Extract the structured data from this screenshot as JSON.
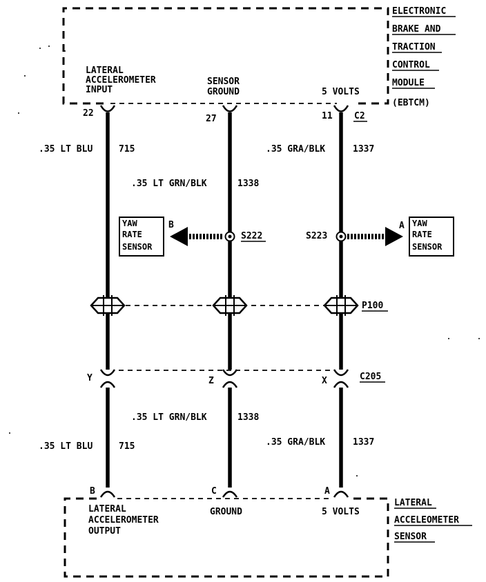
{
  "module": {
    "name_lines": [
      "ELECTRONIC",
      "BRAKE AND",
      "TRACTION",
      "CONTROL",
      "MODULE",
      "(EBTCM)"
    ],
    "connector": "C2"
  },
  "pins_top": [
    {
      "pin": "22",
      "label_lines": [
        "LATERAL",
        "ACCELEROMETER",
        "INPUT"
      ]
    },
    {
      "pin": "27",
      "label_lines": [
        "SENSOR",
        "GROUND"
      ]
    },
    {
      "pin": "11",
      "label_lines": [
        "5 VOLTS"
      ]
    }
  ],
  "wires_upper": [
    {
      "gauge_color": ".35 LT BLU",
      "circuit": "715"
    },
    {
      "gauge_color": ".35 LT GRN/BLK",
      "circuit": "1338"
    },
    {
      "gauge_color": ".35 GRA/BLK",
      "circuit": "1337"
    }
  ],
  "splices": [
    {
      "id": "S222",
      "arrow_letter": "B",
      "dest_lines": [
        "YAW",
        "RATE",
        "SENSOR"
      ]
    },
    {
      "id": "S223",
      "arrow_letter": "A",
      "dest_lines": [
        "YAW",
        "RATE",
        "SENSOR"
      ]
    }
  ],
  "pass_through": {
    "id": "P100"
  },
  "inline_connector": {
    "id": "C205",
    "pins": [
      "Y",
      "Z",
      "X"
    ]
  },
  "wires_lower": [
    {
      "gauge_color": ".35 LT BLU",
      "circuit": "715"
    },
    {
      "gauge_color": ".35 LT GRN/BLK",
      "circuit": "1338"
    },
    {
      "gauge_color": ".35 GRA/BLK",
      "circuit": "1337"
    }
  ],
  "sensor": {
    "name_lines": [
      "LATERAL",
      "ACCELEOMETER",
      "SENSOR"
    ],
    "pins": [
      {
        "pin": "B",
        "label_lines": [
          "LATERAL",
          "ACCELEROMETER",
          "OUTPUT"
        ]
      },
      {
        "pin": "C",
        "label_lines": [
          "GROUND"
        ]
      },
      {
        "pin": "A",
        "label_lines": [
          "5 VOLTS"
        ]
      }
    ]
  }
}
